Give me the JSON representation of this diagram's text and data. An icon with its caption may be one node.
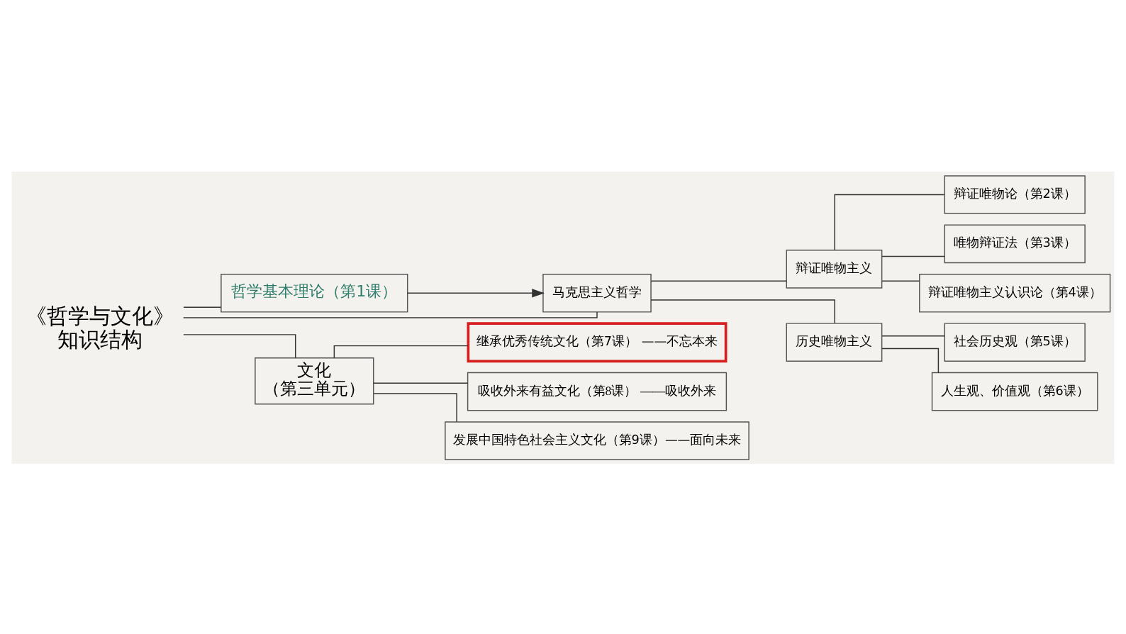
{
  "diagram": {
    "nodes": [
      {
        "text": [
          "《哲学与文化》",
          "知识结构"
        ]
      },
      {
        "text": [
          "哲学基本理论（第1课）"
        ]
      },
      {
        "text": [
          "马克思主义哲学"
        ]
      },
      {
        "text": [
          "文化",
          "（第三单元）"
        ]
      },
      {
        "text": [
          "辩证唯物主义"
        ]
      },
      {
        "text": [
          "历史唯物主义"
        ]
      },
      {
        "text": [
          "辩证唯物论（第2课）"
        ]
      },
      {
        "text": [
          "唯物辩证法（第3课）"
        ]
      },
      {
        "text": [
          "辩证唯物主义认识论（第4课）"
        ]
      },
      {
        "text": [
          "社会历史观（第5课）"
        ]
      },
      {
        "text": [
          "人生观、价值观（第6课）"
        ]
      },
      {
        "text": [
          "继承优秀传统文化（第7课） ——不忘本来"
        ]
      },
      {
        "text": [
          "吸收外来有益文化（第8课） ——吸收外来"
        ]
      },
      {
        "text": [
          "发展中国特色社会主义文化（第9课）——面向未来"
        ]
      }
    ],
    "edges": [
      {
        "from": 0,
        "to": 1,
        "arrow": "none"
      },
      {
        "from": 0,
        "to": 2,
        "arrow": "none"
      },
      {
        "from": 0,
        "to": 3,
        "arrow": "none"
      },
      {
        "from": 1,
        "to": 2,
        "arrow": "to"
      },
      {
        "from": 2,
        "to": 4,
        "arrow": "none"
      },
      {
        "from": 2,
        "to": 5,
        "arrow": "none"
      },
      {
        "from": 4,
        "to": 6,
        "arrow": "none"
      },
      {
        "from": 4,
        "to": 7,
        "arrow": "none"
      },
      {
        "from": 4,
        "to": 8,
        "arrow": "none"
      },
      {
        "from": 5,
        "to": 9,
        "arrow": "none"
      },
      {
        "from": 5,
        "to": 10,
        "arrow": "none"
      },
      {
        "from": 3,
        "to": 11,
        "arrow": "none"
      },
      {
        "from": 3,
        "to": 12,
        "arrow": "none"
      },
      {
        "from": 3,
        "to": 13,
        "arrow": "none"
      }
    ]
  }
}
